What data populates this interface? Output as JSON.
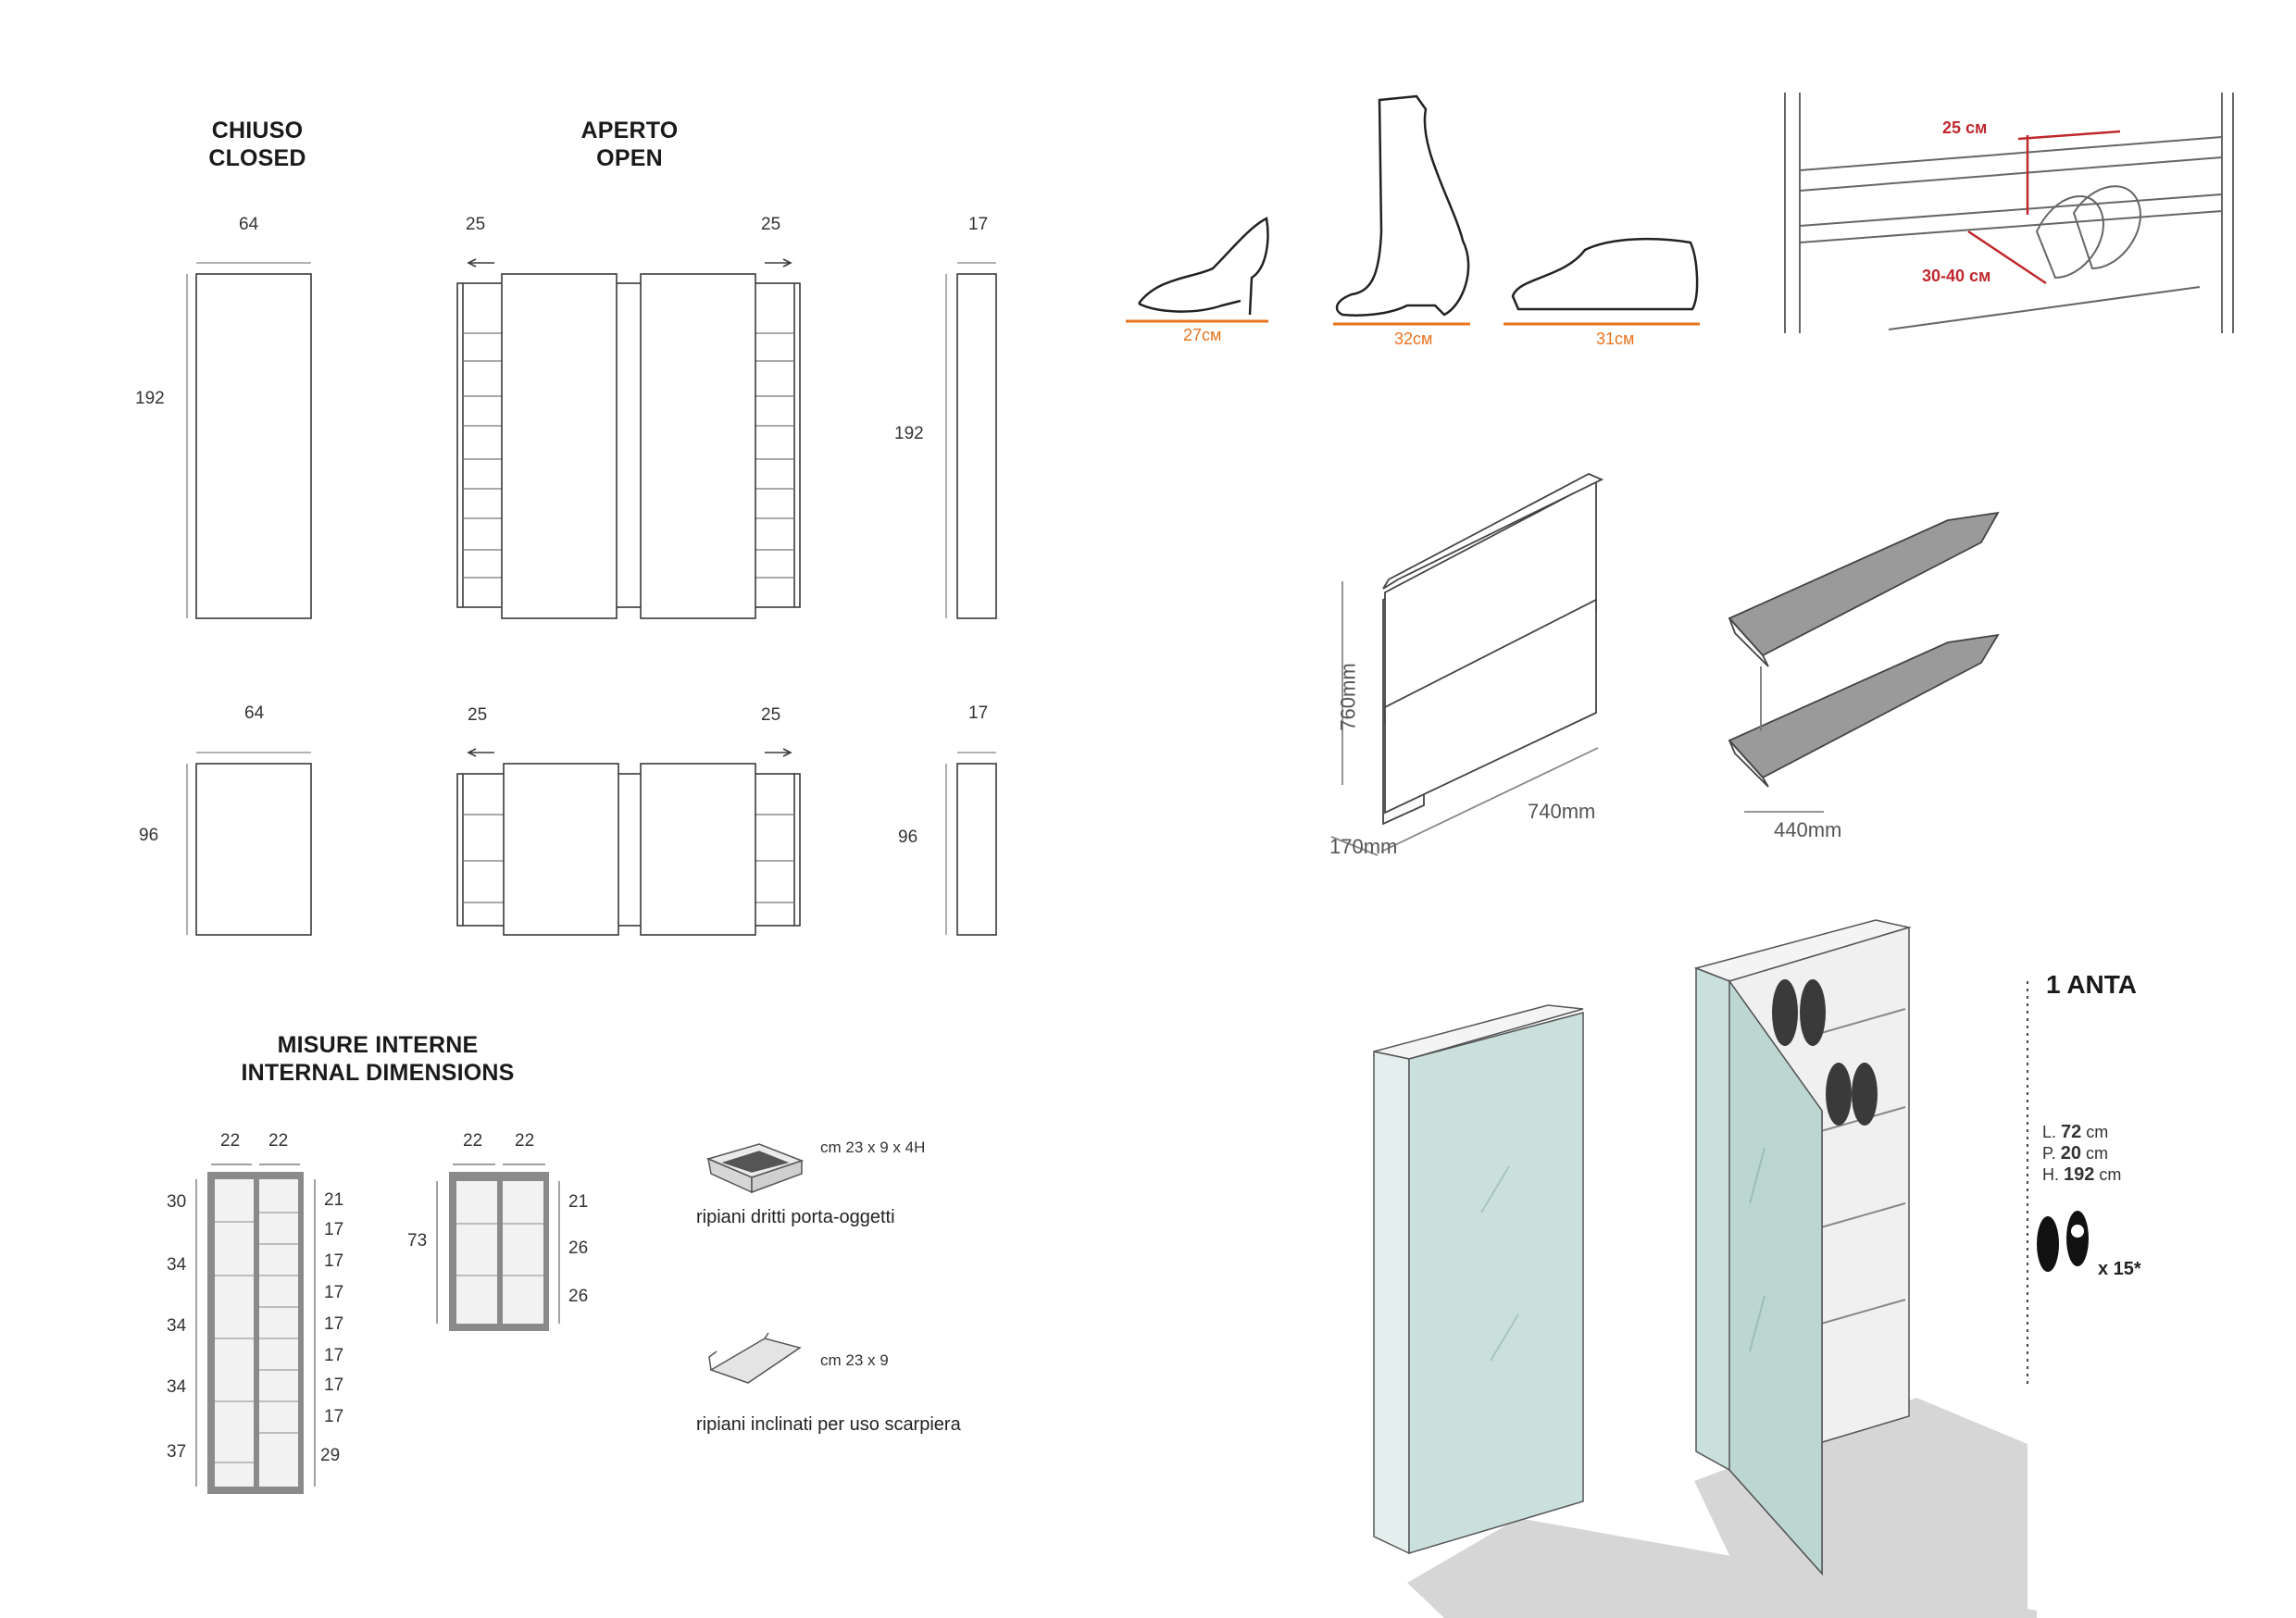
{
  "headings": {
    "closed_it": "CHIUSO",
    "closed_en": "CLOSED",
    "open_it": "APERTO",
    "open_en": "OPEN",
    "internal_it": "MISURE INTERNE",
    "internal_en": "INTERNAL DIMENSIONS"
  },
  "tall_row": {
    "width_closed": "64",
    "open_left": "25",
    "open_right": "25",
    "depth": "17",
    "height_left": "192",
    "height_side": "192"
  },
  "short_row": {
    "width_closed": "64",
    "open_left": "25",
    "open_right": "25",
    "depth": "17",
    "height_left": "96",
    "height_side": "96"
  },
  "internal_tall": {
    "top_widths": [
      "22",
      "22"
    ],
    "left_heights": [
      "30",
      "34",
      "34",
      "34",
      "37"
    ],
    "right_heights": [
      "21",
      "17",
      "17",
      "17",
      "17",
      "17",
      "17",
      "17",
      "29"
    ]
  },
  "internal_short": {
    "top_widths": [
      "22",
      "22"
    ],
    "left_height": "73",
    "right_heights": [
      "21",
      "26",
      "26"
    ]
  },
  "accessories": {
    "tray_size": "cm 23 x 9 x 4H",
    "tray_label": "ripiani dritti porta-oggetti",
    "inclined_size": "cm 23 x 9",
    "inclined_label": "ripiani inclinati per uso scarpiera"
  },
  "shoes": {
    "heel": "27см",
    "boot": "32см",
    "sneaker": "31см"
  },
  "shelf_photo": {
    "height": "25 см",
    "depth": "30-40 см"
  },
  "wall_units": {
    "height": "760mm",
    "width": "740mm",
    "depth": "170mm",
    "inclined_width": "440mm"
  },
  "spec": {
    "title": "1 ANTA",
    "l_label": "L.",
    "l_value": "72",
    "p_label": "P.",
    "p_value": "20",
    "h_label": "H.",
    "h_value": "192",
    "unit": "cm",
    "pairs": "x 15*"
  },
  "colors": {
    "line": "#3a3a3a",
    "orange": "#e8731d",
    "mirror": "#c9e0dc",
    "shadow": "#d6d6d6",
    "red": "#c0282d"
  }
}
